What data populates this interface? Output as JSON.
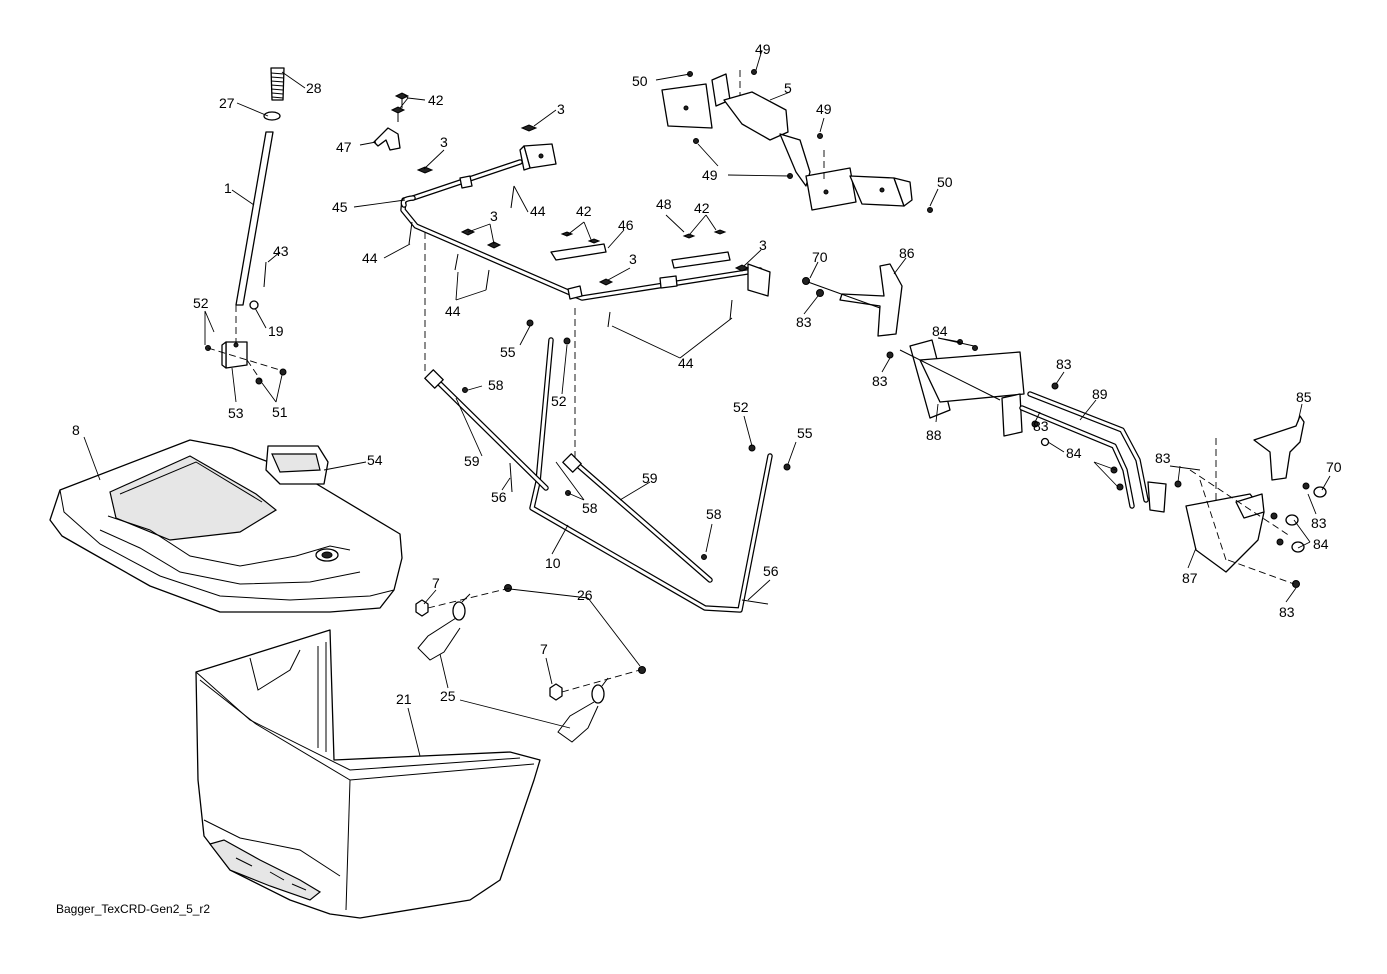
{
  "diagram": {
    "caption": "Bagger_TexCRD-Gen2_5_r2",
    "callouts": [
      {
        "id": "c28",
        "label": "28"
      },
      {
        "id": "c27",
        "label": "27"
      },
      {
        "id": "c1",
        "label": "1"
      },
      {
        "id": "c43",
        "label": "43"
      },
      {
        "id": "c19",
        "label": "19"
      },
      {
        "id": "c52a",
        "label": "52"
      },
      {
        "id": "c53",
        "label": "53"
      },
      {
        "id": "c51",
        "label": "51"
      },
      {
        "id": "c42a",
        "label": "42"
      },
      {
        "id": "c47",
        "label": "47"
      },
      {
        "id": "c3a",
        "label": "3"
      },
      {
        "id": "c3b",
        "label": "3"
      },
      {
        "id": "c45",
        "label": "45"
      },
      {
        "id": "c44a",
        "label": "44"
      },
      {
        "id": "c44b",
        "label": "44"
      },
      {
        "id": "c3c",
        "label": "3"
      },
      {
        "id": "c42b",
        "label": "42"
      },
      {
        "id": "c46",
        "label": "46"
      },
      {
        "id": "c48",
        "label": "48"
      },
      {
        "id": "c42c",
        "label": "42"
      },
      {
        "id": "c3d",
        "label": "3"
      },
      {
        "id": "c3e",
        "label": "3"
      },
      {
        "id": "c44c",
        "label": "44"
      },
      {
        "id": "c44d",
        "label": "44"
      },
      {
        "id": "c55a",
        "label": "55"
      },
      {
        "id": "c52b",
        "label": "52"
      },
      {
        "id": "c58a",
        "label": "58"
      },
      {
        "id": "c59a",
        "label": "59"
      },
      {
        "id": "c56a",
        "label": "56"
      },
      {
        "id": "c58b",
        "label": "58"
      },
      {
        "id": "c59b",
        "label": "59"
      },
      {
        "id": "c10",
        "label": "10"
      },
      {
        "id": "c52c",
        "label": "52"
      },
      {
        "id": "c55b",
        "label": "55"
      },
      {
        "id": "c58c",
        "label": "58"
      },
      {
        "id": "c56b",
        "label": "56"
      },
      {
        "id": "c50a",
        "label": "50"
      },
      {
        "id": "c49a",
        "label": "49"
      },
      {
        "id": "c5",
        "label": "5"
      },
      {
        "id": "c49b",
        "label": "49"
      },
      {
        "id": "c49c",
        "label": "49"
      },
      {
        "id": "c50b",
        "label": "50"
      },
      {
        "id": "c70a",
        "label": "70"
      },
      {
        "id": "c86",
        "label": "86"
      },
      {
        "id": "c83a",
        "label": "83"
      },
      {
        "id": "c84a",
        "label": "84"
      },
      {
        "id": "c83b",
        "label": "83"
      },
      {
        "id": "c83c",
        "label": "83"
      },
      {
        "id": "c89",
        "label": "89"
      },
      {
        "id": "c88",
        "label": "88"
      },
      {
        "id": "c83d",
        "label": "83"
      },
      {
        "id": "c84b",
        "label": "84"
      },
      {
        "id": "c85",
        "label": "85"
      },
      {
        "id": "c83e",
        "label": "83"
      },
      {
        "id": "c70b",
        "label": "70"
      },
      {
        "id": "c83f",
        "label": "83"
      },
      {
        "id": "c84c",
        "label": "84"
      },
      {
        "id": "c87",
        "label": "87"
      },
      {
        "id": "c83g",
        "label": "83"
      },
      {
        "id": "c8",
        "label": "8"
      },
      {
        "id": "c54",
        "label": "54"
      },
      {
        "id": "c7a",
        "label": "7"
      },
      {
        "id": "c26",
        "label": "26"
      },
      {
        "id": "c7b",
        "label": "7"
      },
      {
        "id": "c25",
        "label": "25"
      },
      {
        "id": "c21",
        "label": "21"
      }
    ]
  }
}
